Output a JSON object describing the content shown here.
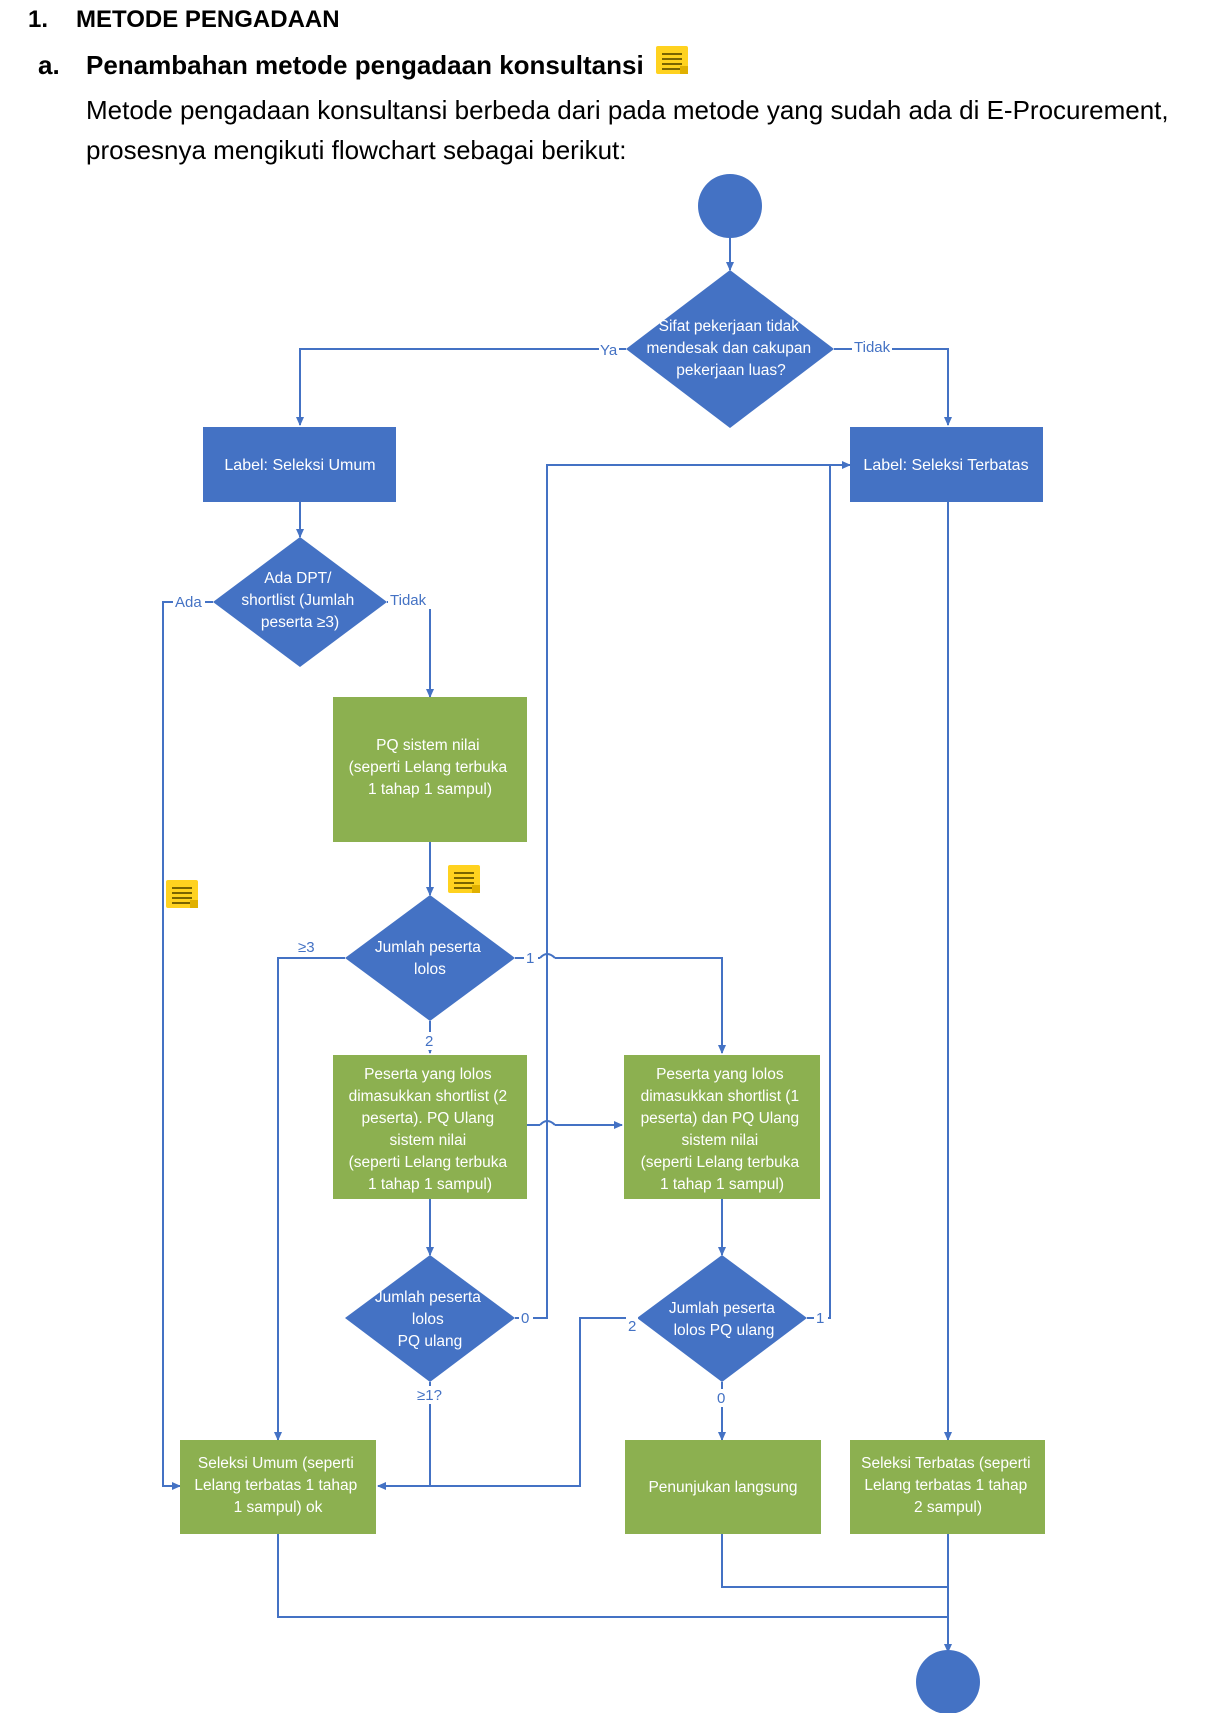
{
  "heading": {
    "number": "1.",
    "title": "METODE PENGADAAN"
  },
  "subheading": {
    "letter": "a.",
    "title": "Penambahan metode pengadaan konsultansi"
  },
  "intro": {
    "line1": "Metode pengadaan konsultansi berbeda dari pada metode yang sudah ada di E-Procurement,",
    "line2": "prosesnya mengikuti flowchart sebagai berikut:"
  },
  "colors": {
    "blue": "#4472c4",
    "green": "#8cb050",
    "note": "#ffd21f",
    "connector": "#4472c4"
  },
  "icons": [
    "sticky-note-icon"
  ],
  "flowchart": {
    "decision_sifat": [
      "Sifat pekerjaan tidak",
      "mendesak dan cakupan",
      "pekerjaan luas?"
    ],
    "label_ya": "Ya",
    "label_tidak_top": "Tidak",
    "box_seleksi_umum": "Label: Seleksi Umum",
    "box_seleksi_terbatas": "Label: Seleksi Terbatas",
    "decision_dpt": [
      "Ada DPT/",
      "shortlist (Jumlah",
      "peserta ≥3)"
    ],
    "label_ada": "Ada",
    "label_tidak_dpt": "Tidak",
    "box_pq": [
      "PQ sistem nilai",
      "(seperti Lelang terbuka",
      "1 tahap 1 sampul)"
    ],
    "decision_jumlah": [
      "Jumlah peserta",
      "lolos"
    ],
    "label_ge3": "≥3",
    "label_1": "1",
    "label_2": "2",
    "box_shortlist2": [
      "Peserta yang lolos",
      "dimasukkan shortlist (2",
      "peserta). PQ Ulang",
      "sistem nilai",
      "(seperti Lelang terbuka",
      "1 tahap 1 sampul)"
    ],
    "box_shortlist1": [
      "Peserta yang lolos",
      "dimasukkan shortlist (1",
      "peserta) dan PQ Ulang",
      "sistem nilai",
      "(seperti Lelang terbuka",
      "1 tahap 1 sampul)"
    ],
    "decision_pq_ulang_left": [
      "Jumlah peserta",
      "lolos",
      "PQ ulang"
    ],
    "label_0_left": "0",
    "label_ge1": "≥1?",
    "decision_pq_ulang_right": [
      "Jumlah peserta",
      "lolos PQ ulang"
    ],
    "label_2_right": "2",
    "label_1_right": "1",
    "label_0_right": "0",
    "box_final_umum": [
      "Seleksi Umum (seperti",
      "Lelang terbatas 1 tahap",
      "1 sampul) ok"
    ],
    "box_penunjukan": "Penunjukan langsung",
    "box_final_terbatas": [
      "Seleksi Terbatas (seperti",
      "Lelang terbatas 1 tahap",
      "2 sampul)"
    ]
  }
}
